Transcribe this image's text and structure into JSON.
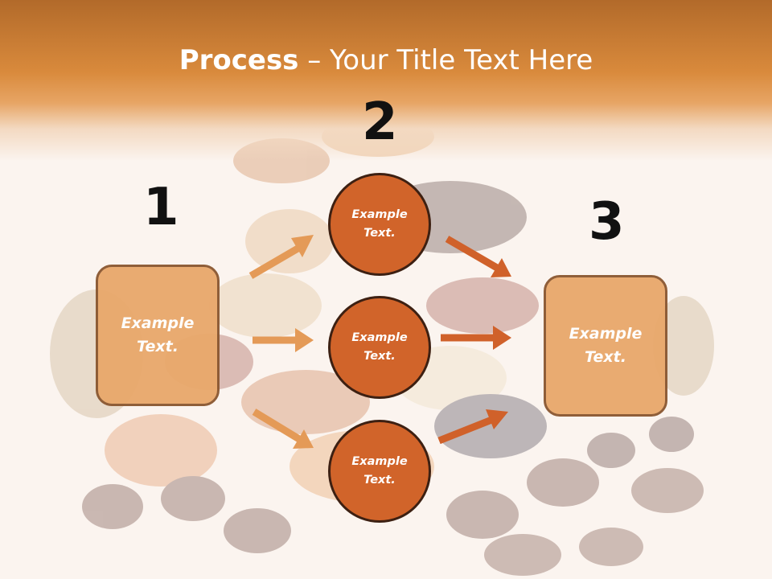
{
  "title": {
    "bold": "Process",
    "rest": " – Your Title Text Here"
  },
  "steps": {
    "n1": "1",
    "n2": "2",
    "n3": "3"
  },
  "boxes": {
    "left": "Example\nText.",
    "right": "Example\nText."
  },
  "circles": {
    "top": "Example\nText.",
    "middle": "Example\nText.",
    "bottom": "Example\nText."
  },
  "colors": {
    "header": "#d98a3c",
    "box_fill": "#e9a86b",
    "circle_fill": "#d1642a",
    "arrow_light": "#e49a57",
    "arrow_dark": "#d0612a"
  }
}
